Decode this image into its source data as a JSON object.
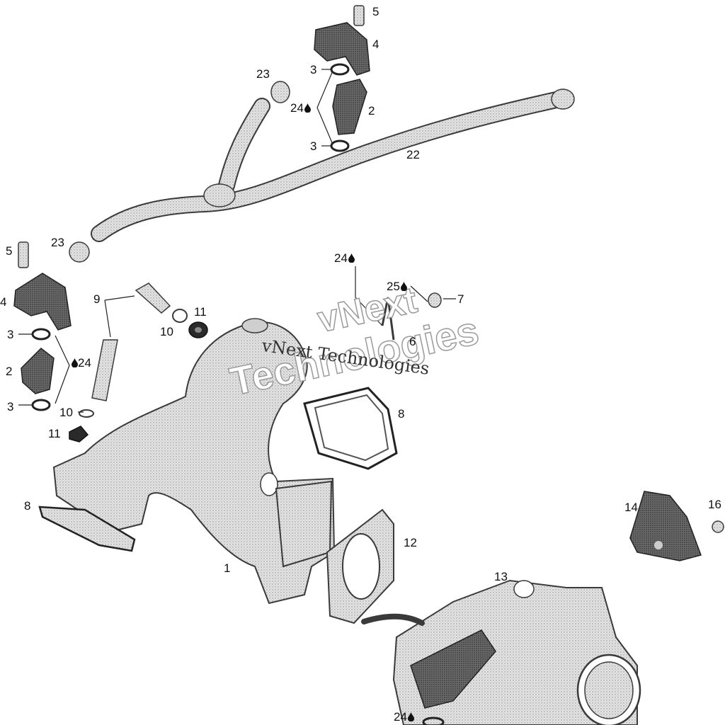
{
  "watermark": {
    "line1": "vNext Technologies",
    "outline_top": "vNext",
    "outline_bottom": "Technologies"
  },
  "callouts": {
    "c5_top": "5",
    "c4_top": "4",
    "c3_a": "3",
    "c23_top": "23",
    "c24_top": "24",
    "c2_top": "2",
    "c3_b": "3",
    "c22": "22",
    "c5_left": "5",
    "c23_left": "23",
    "c4_left": "4",
    "c3_c": "3",
    "c2_left": "2",
    "c24_left": "24",
    "c3_d": "3",
    "c9": "9",
    "c10_a": "10",
    "c11_a": "11",
    "c10_b": "10",
    "c11_b": "11",
    "c24_mid": "24",
    "c25": "25",
    "c7": "7",
    "c6": "6",
    "c8_right": "8",
    "c8_left": "8",
    "c1": "1",
    "c12": "12",
    "c14": "14",
    "c16": "16",
    "c13": "13",
    "c24_bottom": "24"
  },
  "colors": {
    "part_fill": "#d9d9d9",
    "part_stroke": "#3a3a3a",
    "dark_part": "#4a4a4a",
    "leader": "#222222"
  }
}
